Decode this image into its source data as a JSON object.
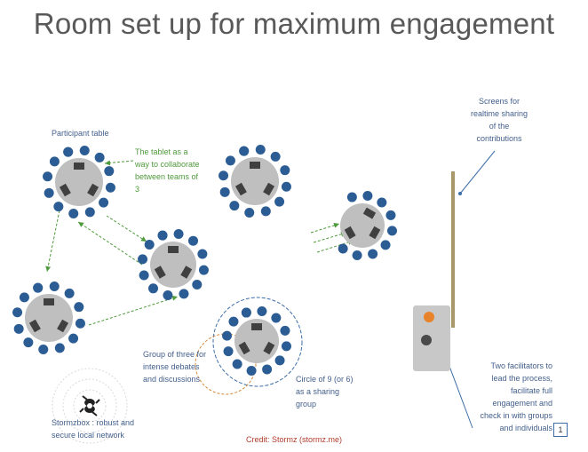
{
  "title": "Room set up for maximum engagement",
  "labels": {
    "participant_table": "Participant table",
    "tablet": [
      "The tablet as a",
      "way to collaborate",
      "between teams of",
      "3"
    ],
    "screens": [
      "Screens for",
      "realtime sharing",
      "of the",
      "contributions"
    ],
    "group_three": [
      "Group of three for",
      "intense debates",
      "and discussions"
    ],
    "circle_nine": [
      "Circle of 9 (or 6)",
      "as a sharing",
      "group"
    ],
    "stormzbox": [
      "Stormzbox : robust and",
      "secure local network"
    ],
    "facilitators": [
      "Two facilitators to",
      "lead the process,",
      "facilitate full",
      "engagement and",
      "check in with groups",
      "and individuals"
    ]
  },
  "credit": "Credit: Stormz (stormz.me)",
  "page_number": "1",
  "colors": {
    "title": "#595959",
    "label": "#44608c",
    "green_arrow": "#4f9a3c",
    "participant": "#2b5d94",
    "table": "#bfbfbf",
    "tablet": "#404040",
    "screen_wall": "#a8976a",
    "group_circle": "#d6893a",
    "sharing_circle": "#3c6ea8",
    "facilitator_orange": "#e8832b",
    "facilitator_dark": "#4a4a4a"
  },
  "icons": [
    "stormzbox-logo-icon"
  ]
}
